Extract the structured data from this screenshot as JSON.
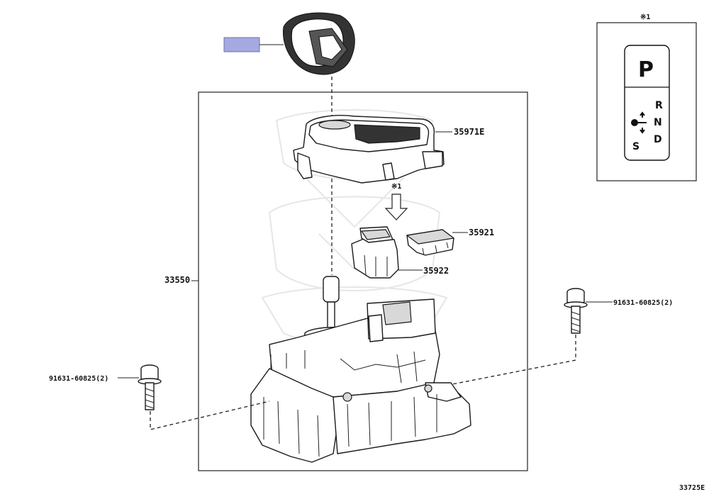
{
  "diagram": {
    "part_labels": {
      "knob_placeholder_color": "#a6a8e0",
      "cover": "35971E",
      "switch_cover": "35921",
      "switch": "35922",
      "assembly": "33550",
      "bolt_right": "91631-60825(2)",
      "bolt_left": "91631-60825(2)",
      "arrow_note": "※1"
    },
    "inset": {
      "note": "※1",
      "park_letter": "P",
      "gear_r": "R",
      "gear_n": "N",
      "gear_d": "D",
      "gear_s": "S"
    },
    "illustration_code": "33725E"
  }
}
